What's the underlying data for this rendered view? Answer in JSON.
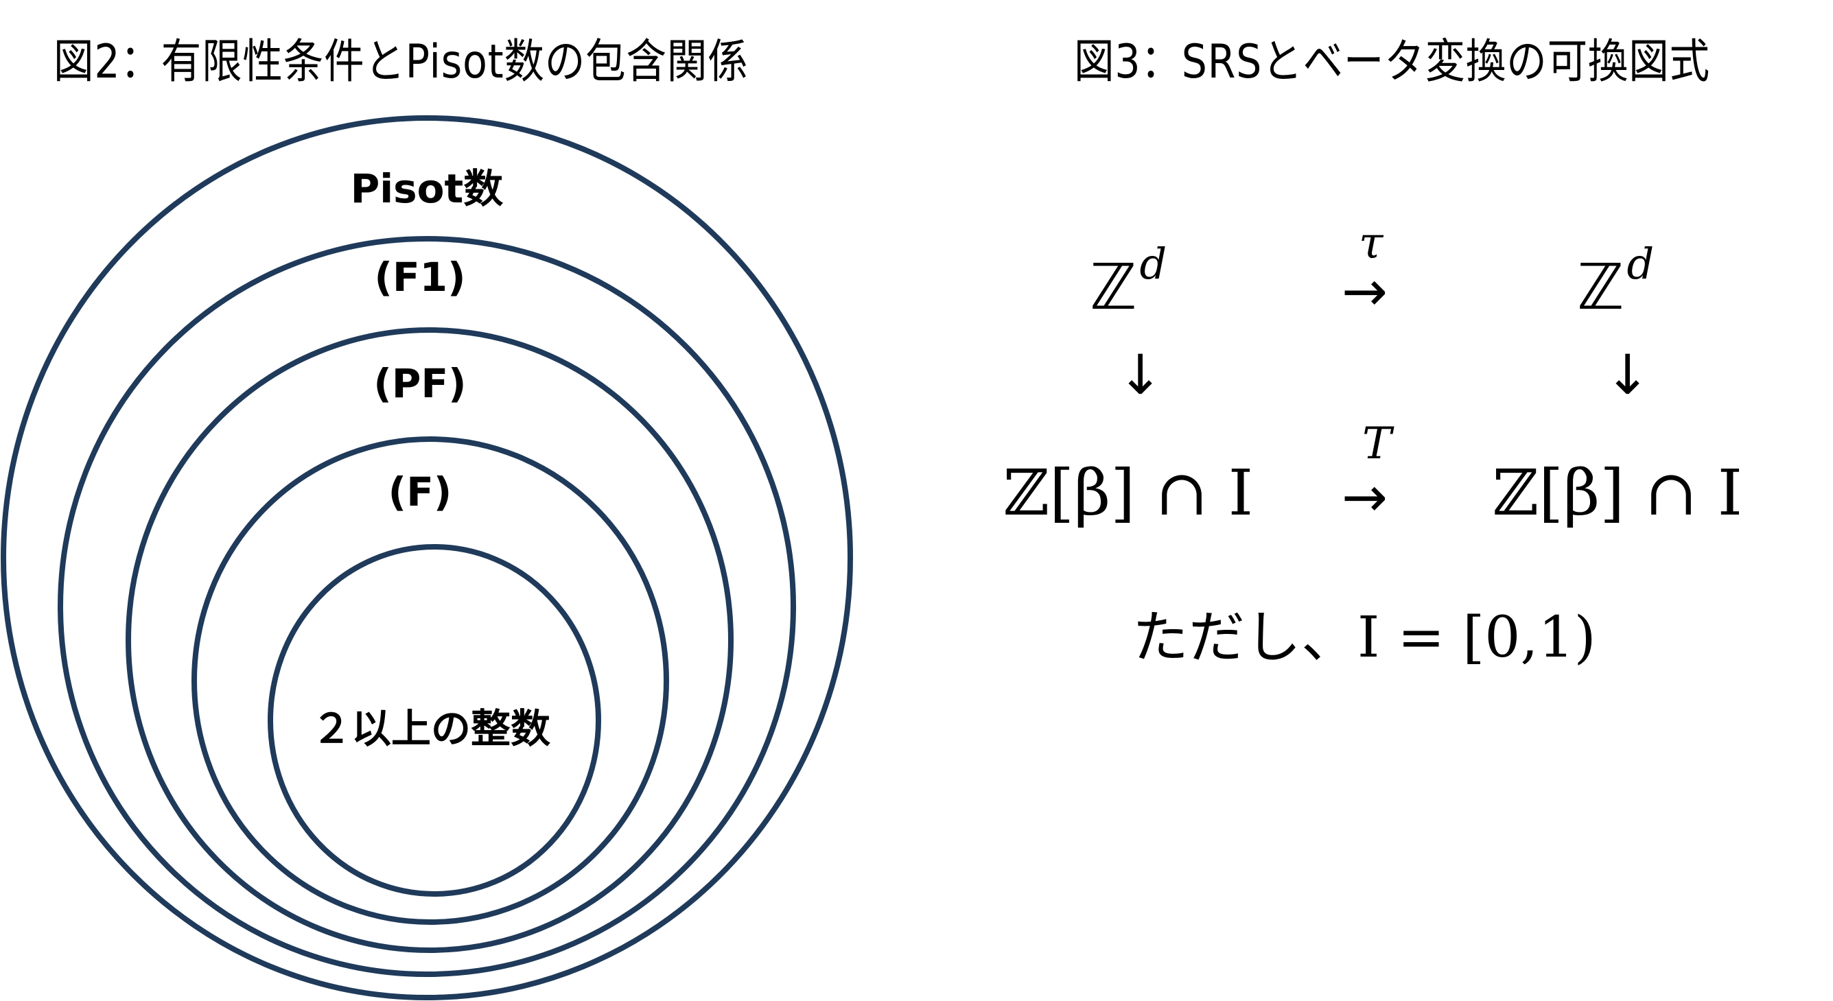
{
  "figure2": {
    "title": "図2：有限性条件とPisot数の包含関係",
    "stroke_color": "#1f3a5a",
    "sets": [
      {
        "label": "Pisot数",
        "level": "outer"
      },
      {
        "label": "(F1)",
        "level": "2"
      },
      {
        "label": "(PF)",
        "level": "3"
      },
      {
        "label": "(F)",
        "level": "4"
      },
      {
        "label": "２以上の整数",
        "level": "inner"
      }
    ]
  },
  "figure3": {
    "title": "図3：SRSとベータ変換の可換図式",
    "top_left": {
      "base": "ℤ",
      "sup": "d"
    },
    "top_right": {
      "base": "ℤ",
      "sup": "d"
    },
    "top_map_label": "τ",
    "top_arrow": "→",
    "left_down_arrow": "↓",
    "right_down_arrow": "↓",
    "bottom_left": "ℤ[β] ∩ I",
    "bottom_right": "ℤ[β] ∩ I",
    "bottom_map_label": "T",
    "bottom_arrow": "→",
    "note": "ただし、I = [0,1)"
  }
}
